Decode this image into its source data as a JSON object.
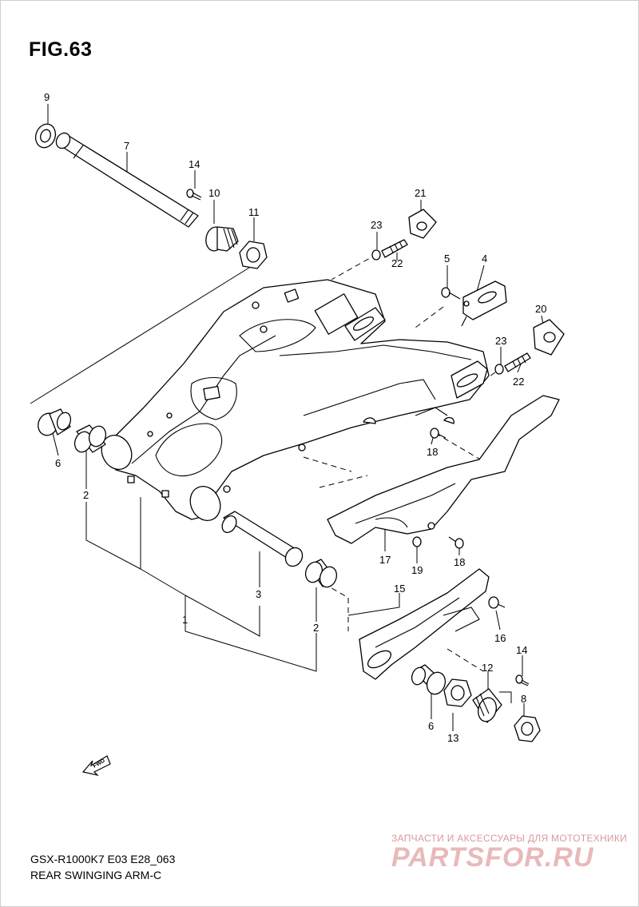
{
  "figure": {
    "title": "FIG.63",
    "model_code": "GSX-R1000K7 E03 E28_063",
    "diagram_name": "REAR SWINGING ARM-C"
  },
  "watermark": {
    "tagline": "ЗАПЧАСТИ И АКСЕССУАРЫ ДЛЯ МОТОТЕХНИКИ",
    "brand": "PARTSFOR.RU"
  },
  "fwd_arrow": {
    "label": "FWD",
    "icon": "fwd-arrow-icon"
  },
  "callouts": [
    {
      "label": "9"
    },
    {
      "label": "7"
    },
    {
      "label": "14"
    },
    {
      "label": "10"
    },
    {
      "label": "11"
    },
    {
      "label": "21"
    },
    {
      "label": "23"
    },
    {
      "label": "22"
    },
    {
      "label": "5"
    },
    {
      "label": "4"
    },
    {
      "label": "20"
    },
    {
      "label": "23"
    },
    {
      "label": "22"
    },
    {
      "label": "6"
    },
    {
      "label": "2"
    },
    {
      "label": "18"
    },
    {
      "label": "17"
    },
    {
      "label": "19"
    },
    {
      "label": "18"
    },
    {
      "label": "15"
    },
    {
      "label": "3"
    },
    {
      "label": "1"
    },
    {
      "label": "2"
    },
    {
      "label": "16"
    },
    {
      "label": "14"
    },
    {
      "label": "12"
    },
    {
      "label": "8"
    },
    {
      "label": "6"
    },
    {
      "label": "13"
    }
  ]
}
